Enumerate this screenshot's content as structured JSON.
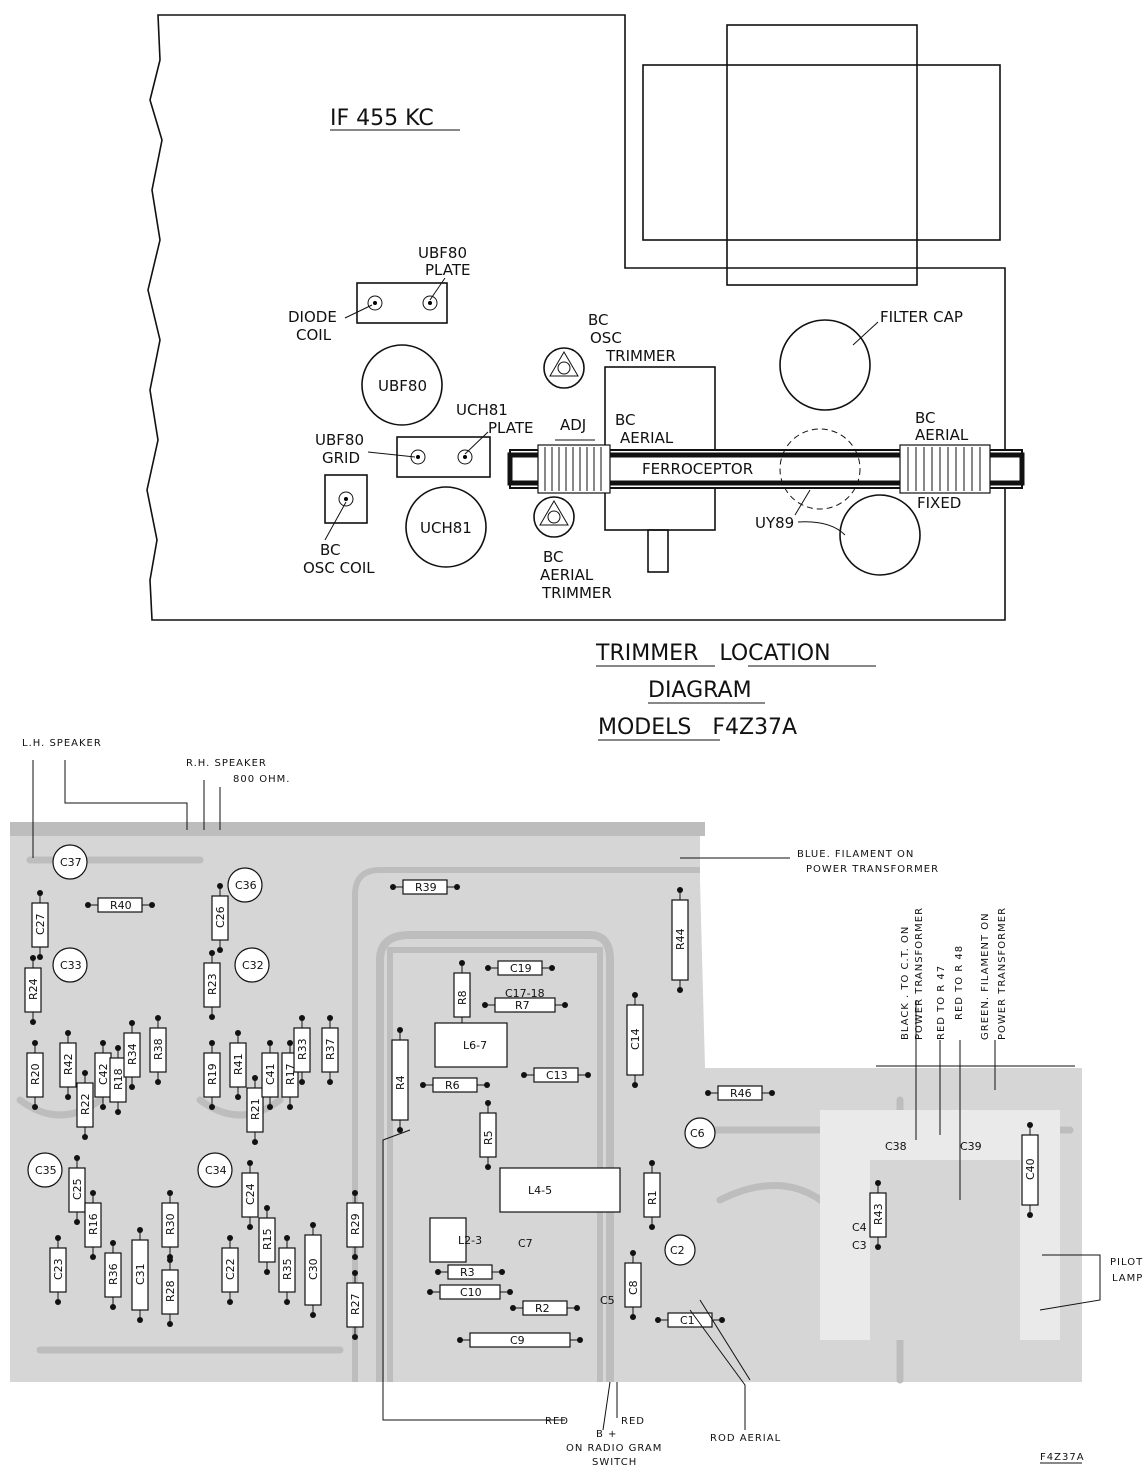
{
  "trimmer_diagram": {
    "if_label": "IF 455 KC",
    "labels": {
      "ubf80_plate": [
        "UBF80",
        "PLATE"
      ],
      "diode_coil": [
        "DIODE",
        "COIL"
      ],
      "ubf80_tube": "UBF80",
      "uch81_plate": [
        "UCH81",
        "PLATE"
      ],
      "ubf80_grid": [
        "UBF80",
        "GRID"
      ],
      "bc_osc_coil": [
        "BC",
        "OSC COIL"
      ],
      "uch81_tube": "UCH81",
      "bc_osc_trimmer": [
        "BC",
        "OSC",
        "TRIMMER"
      ],
      "adj": "ADJ",
      "bc_aerial": [
        "BC",
        "AERIAL"
      ],
      "ferroceptor": "FERROCEPTOR",
      "bc_aerial_fixed": [
        "BC",
        "AERIAL",
        "FIXED"
      ],
      "filter_cap": "FILTER CAP",
      "uy89": "UY89",
      "bc_aerial_trimmer": [
        "BC",
        "AERIAL",
        "TRIMMER"
      ]
    },
    "title": [
      "TRIMMER   LOCATION",
      "DIAGRAM",
      "MODELS   F4Z37A"
    ]
  },
  "pcb": {
    "wire_labels": {
      "lh_speaker": "L.H. SPEAKER",
      "rh_speaker": "R.H. SPEAKER",
      "ohm": "800 OHM.",
      "blue_filament": [
        "BLUE. FILAMENT ON",
        "POWER TRANSFORMER"
      ],
      "black_ct": [
        "BLACK . TO C.T. ON",
        "POWER  TRANSFORMER"
      ],
      "red_r47": "RED TO R 47",
      "red_r48": "RED TO R 48",
      "green_filament": [
        "GREEN. FILAMENT ON",
        "POWER  TRANSFORMER"
      ],
      "pilot_lamp": [
        "PILOT",
        "LAMP"
      ],
      "red_left": "RED",
      "b_plus": [
        "B +",
        "ON RADIO GRAM",
        "SWITCH"
      ],
      "red_right": "RED",
      "rod_aerial": "ROD AERIAL",
      "model_code": "F4Z37A"
    },
    "components": [
      "C37",
      "C36",
      "C33",
      "C32",
      "C35",
      "C34",
      "R40",
      "R39",
      "C27",
      "C26",
      "R24",
      "R23",
      "R42",
      "R41",
      "R20",
      "R19",
      "R22",
      "C42",
      "R18",
      "R34",
      "R38",
      "R21",
      "C41",
      "R17",
      "R33",
      "R37",
      "C25",
      "R16",
      "R30",
      "C24",
      "R15",
      "R29",
      "C23",
      "R36",
      "C31",
      "R28",
      "C22",
      "R35",
      "C30",
      "R27",
      "R4",
      "R8",
      "C19",
      "R7",
      "C17-18",
      "L6-7",
      "R6",
      "C13",
      "R5",
      "C14",
      "R44",
      "R46",
      "C6",
      "L4-5",
      "R1",
      "L2-3",
      "C7",
      "R3",
      "C10",
      "R2",
      "C5",
      "C8",
      "C2",
      "C1",
      "C9",
      "C4",
      "C3",
      "R43",
      "C38",
      "C39",
      "C40"
    ]
  }
}
